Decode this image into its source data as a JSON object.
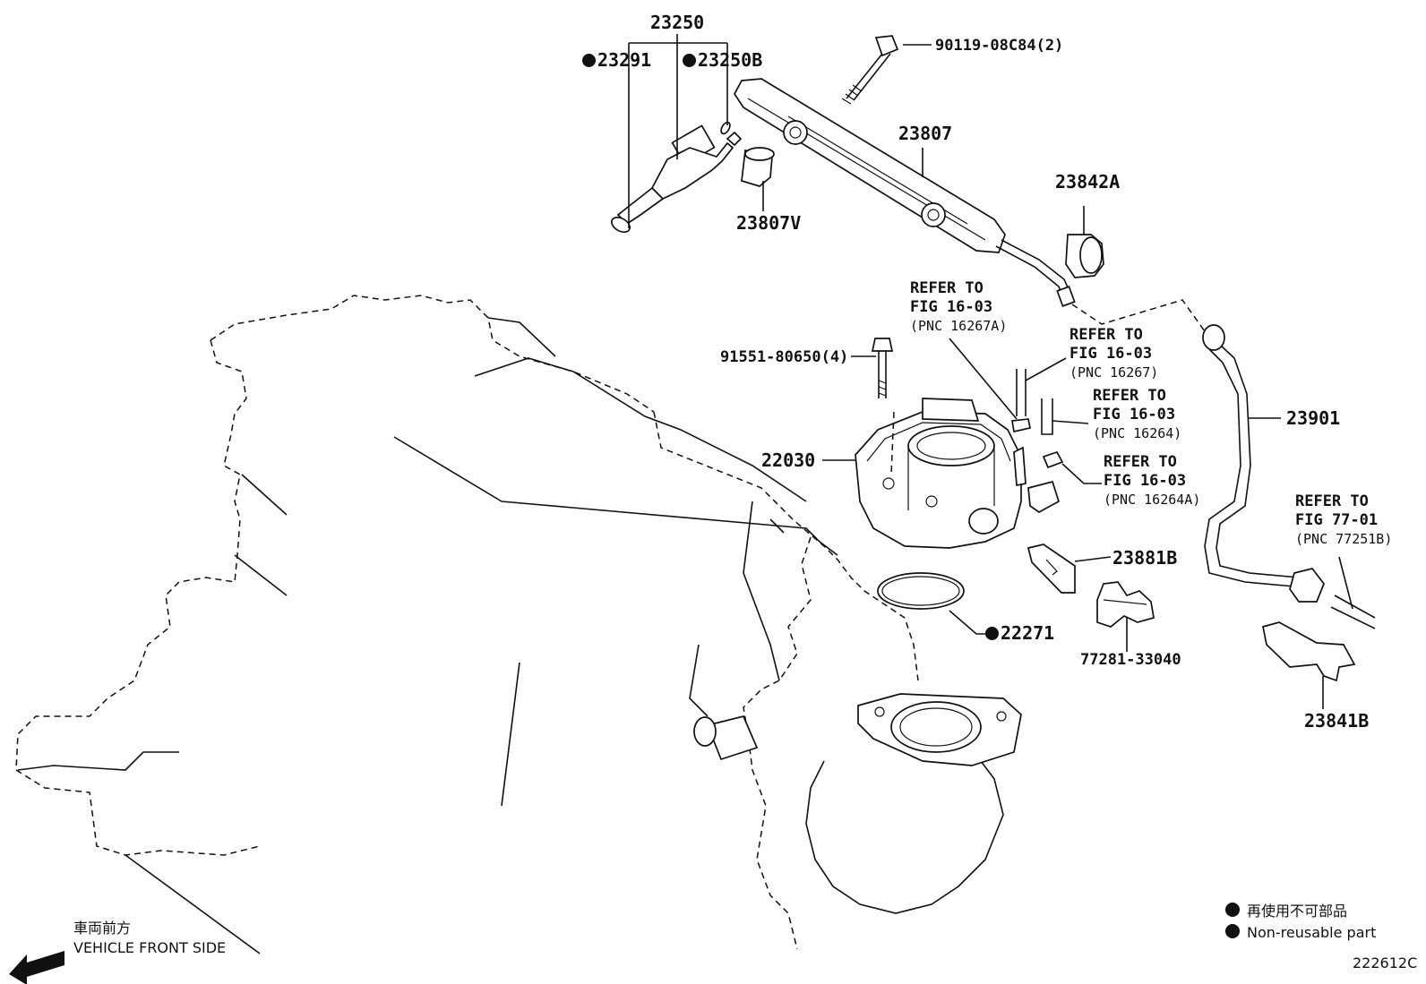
{
  "parts": {
    "p23250": "23250",
    "p23291": "23291",
    "p23250b": "23250B",
    "p90119": "90119-08C84(2)",
    "p23807": "23807",
    "p23807v": "23807V",
    "p23842a": "23842A",
    "p91551": "91551-80650(4)",
    "p22030": "22030",
    "p23901": "23901",
    "p23881b": "23881B",
    "p22271": "22271",
    "p77281": "77281-33040",
    "p23841b": "23841B"
  },
  "refs": [
    {
      "line1": "REFER TO",
      "line2": "FIG 16-03",
      "line3": "(PNC 16267A)"
    },
    {
      "line1": "REFER TO",
      "line2": "FIG 16-03",
      "line3": "(PNC 16267)"
    },
    {
      "line1": "REFER TO",
      "line2": "FIG 16-03",
      "line3": "(PNC 16264)"
    },
    {
      "line1": "REFER TO",
      "line2": "FIG 16-03",
      "line3": "(PNC 16264A)"
    },
    {
      "line1": "REFER TO",
      "line2": "FIG 77-01",
      "line3": "(PNC 77251B)"
    }
  ],
  "legend": {
    "jp": "再使用不可部品",
    "en": "Non-reusable part"
  },
  "front": {
    "jp": "車両前方",
    "en": "VEHICLE FRONT SIDE",
    "arrow_icon": "arrow-left-icon"
  },
  "figure_code": "222612C"
}
